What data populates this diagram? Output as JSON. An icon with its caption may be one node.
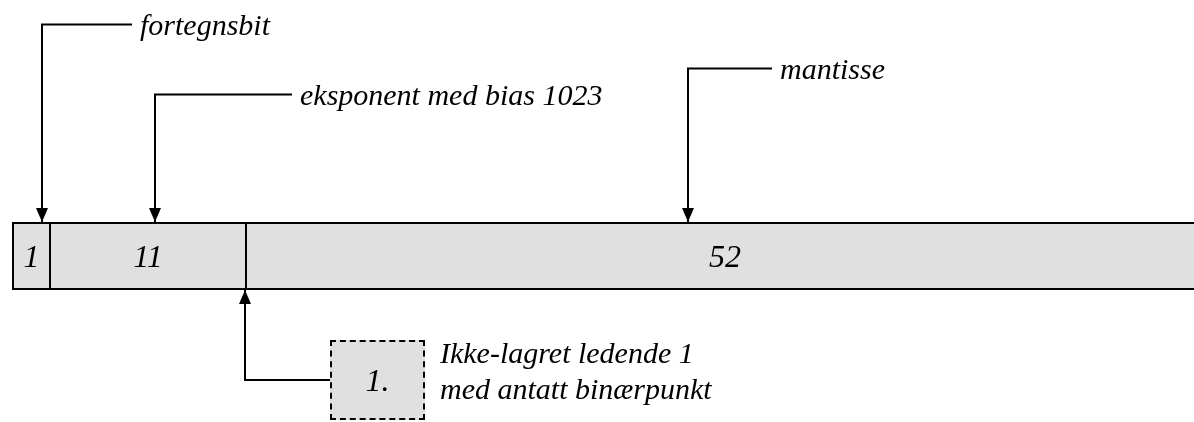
{
  "diagram": {
    "nodes": [
      {
        "text": [
          "1"
        ]
      },
      {
        "text": [
          "11"
        ]
      },
      {
        "text": [
          "52"
        ]
      },
      {
        "text": [
          "fortegnsbit"
        ]
      },
      {
        "text": [
          "eksponent med bias 1023"
        ]
      },
      {
        "text": [
          "mantisse"
        ]
      },
      {
        "text": [
          "1."
        ],
        "beside": [
          "Ikke-lagret ledende 1 med antatt binærpunkt"
        ]
      }
    ],
    "edges": [
      {
        "from": 3,
        "to": 0,
        "arrow": "to"
      },
      {
        "from": 4,
        "to": 1,
        "arrow": "to"
      },
      {
        "from": 5,
        "to": 2,
        "arrow": "to"
      },
      {
        "from": 6,
        "to": 2,
        "arrow": "to"
      }
    ]
  }
}
